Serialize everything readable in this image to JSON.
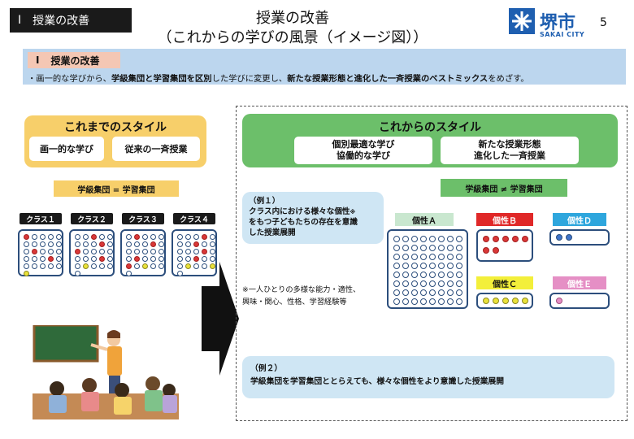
{
  "header": {
    "section_num": "Ⅰ",
    "section_label": "授業の改善",
    "title_line1": "授業の改善",
    "title_line2": "（これからの学びの風景（イメージ図））",
    "logo_text": "堺市",
    "logo_en": "SAKAI CITY",
    "page_number": "5"
  },
  "summary": {
    "label_num": "Ⅰ",
    "label": "授業の改善",
    "bullet": "・",
    "parts": [
      "画一的な学びから、",
      "学級集団と学習集団を区別",
      "した学びに変更し、",
      "新たな授業形態と進化した一斉授業のベストミックス",
      "をめざす。"
    ]
  },
  "old_style": {
    "title": "これまでのスタイル",
    "chips": [
      "画一的な学び",
      "従来の一斉授業"
    ],
    "relation": "学級集団 = 学習集団",
    "classes": [
      "クラス１",
      "クラス２",
      "クラス３",
      "クラス４"
    ]
  },
  "new_style": {
    "title": "これからのスタイル",
    "chip1_line1": "個別最適な学び",
    "chip1_line2": "協働的な学び",
    "chip2_line1": "新たな授業形態",
    "chip2_line2": "進化した一斉授業",
    "relation": "学級集団 ≠ 学習集団"
  },
  "example1": {
    "label": "（例１）",
    "line1": "クラス内における様々な個性",
    "mark": "※",
    "line2": "をもつ子どもたちの存在を意識",
    "line3": "した授業展開"
  },
  "note": {
    "line1": "※一人ひとりの多様な能力・適性、",
    "line2": "興味・関心、性格、学習経験等"
  },
  "individuality": {
    "a": "個性Ａ",
    "b": "個性Ｂ",
    "c": "個性Ｃ",
    "d": "個性Ｄ",
    "e": "個性Ｅ"
  },
  "example2": {
    "label": "（例２）",
    "text": "学級集団を学習集団ととらえても、様々な個性をより意識した授業展開"
  },
  "colors": {
    "old_style": "#f7cf6a",
    "new_style": "#6cbf6a",
    "summary_bg": "#bcd6ee",
    "logo_blue": "#1f5fb0"
  }
}
